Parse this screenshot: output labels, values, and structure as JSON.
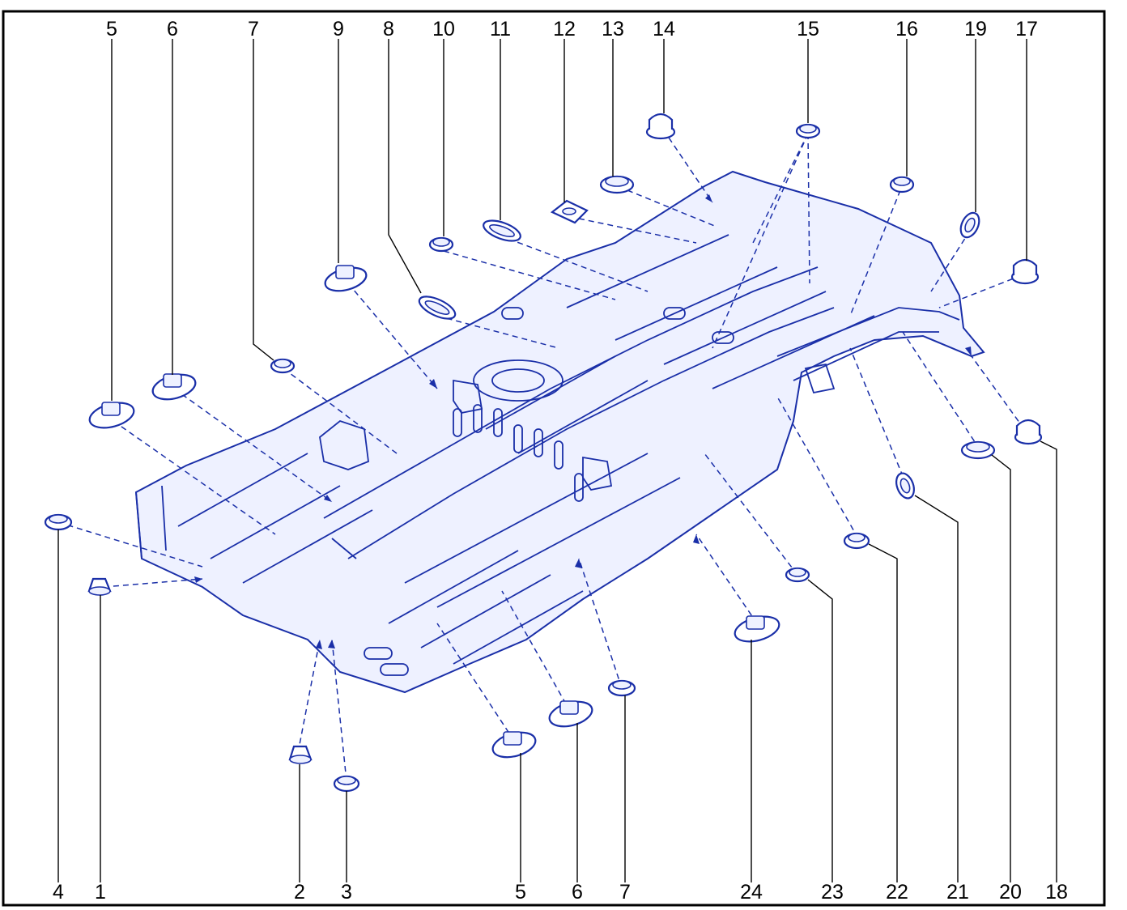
{
  "diagram": {
    "colors": {
      "parts": "#1a2fa8",
      "frame": "#000000",
      "background": "#ffffff"
    },
    "callouts_top": [
      "5",
      "6",
      "7",
      "9",
      "8",
      "10",
      "11",
      "12",
      "13",
      "14",
      "15",
      "16",
      "19",
      "17"
    ],
    "callouts_bottom": [
      "4",
      "1",
      "2",
      "3",
      "5",
      "6",
      "7",
      "24",
      "23",
      "22",
      "21",
      "20",
      "18"
    ]
  }
}
